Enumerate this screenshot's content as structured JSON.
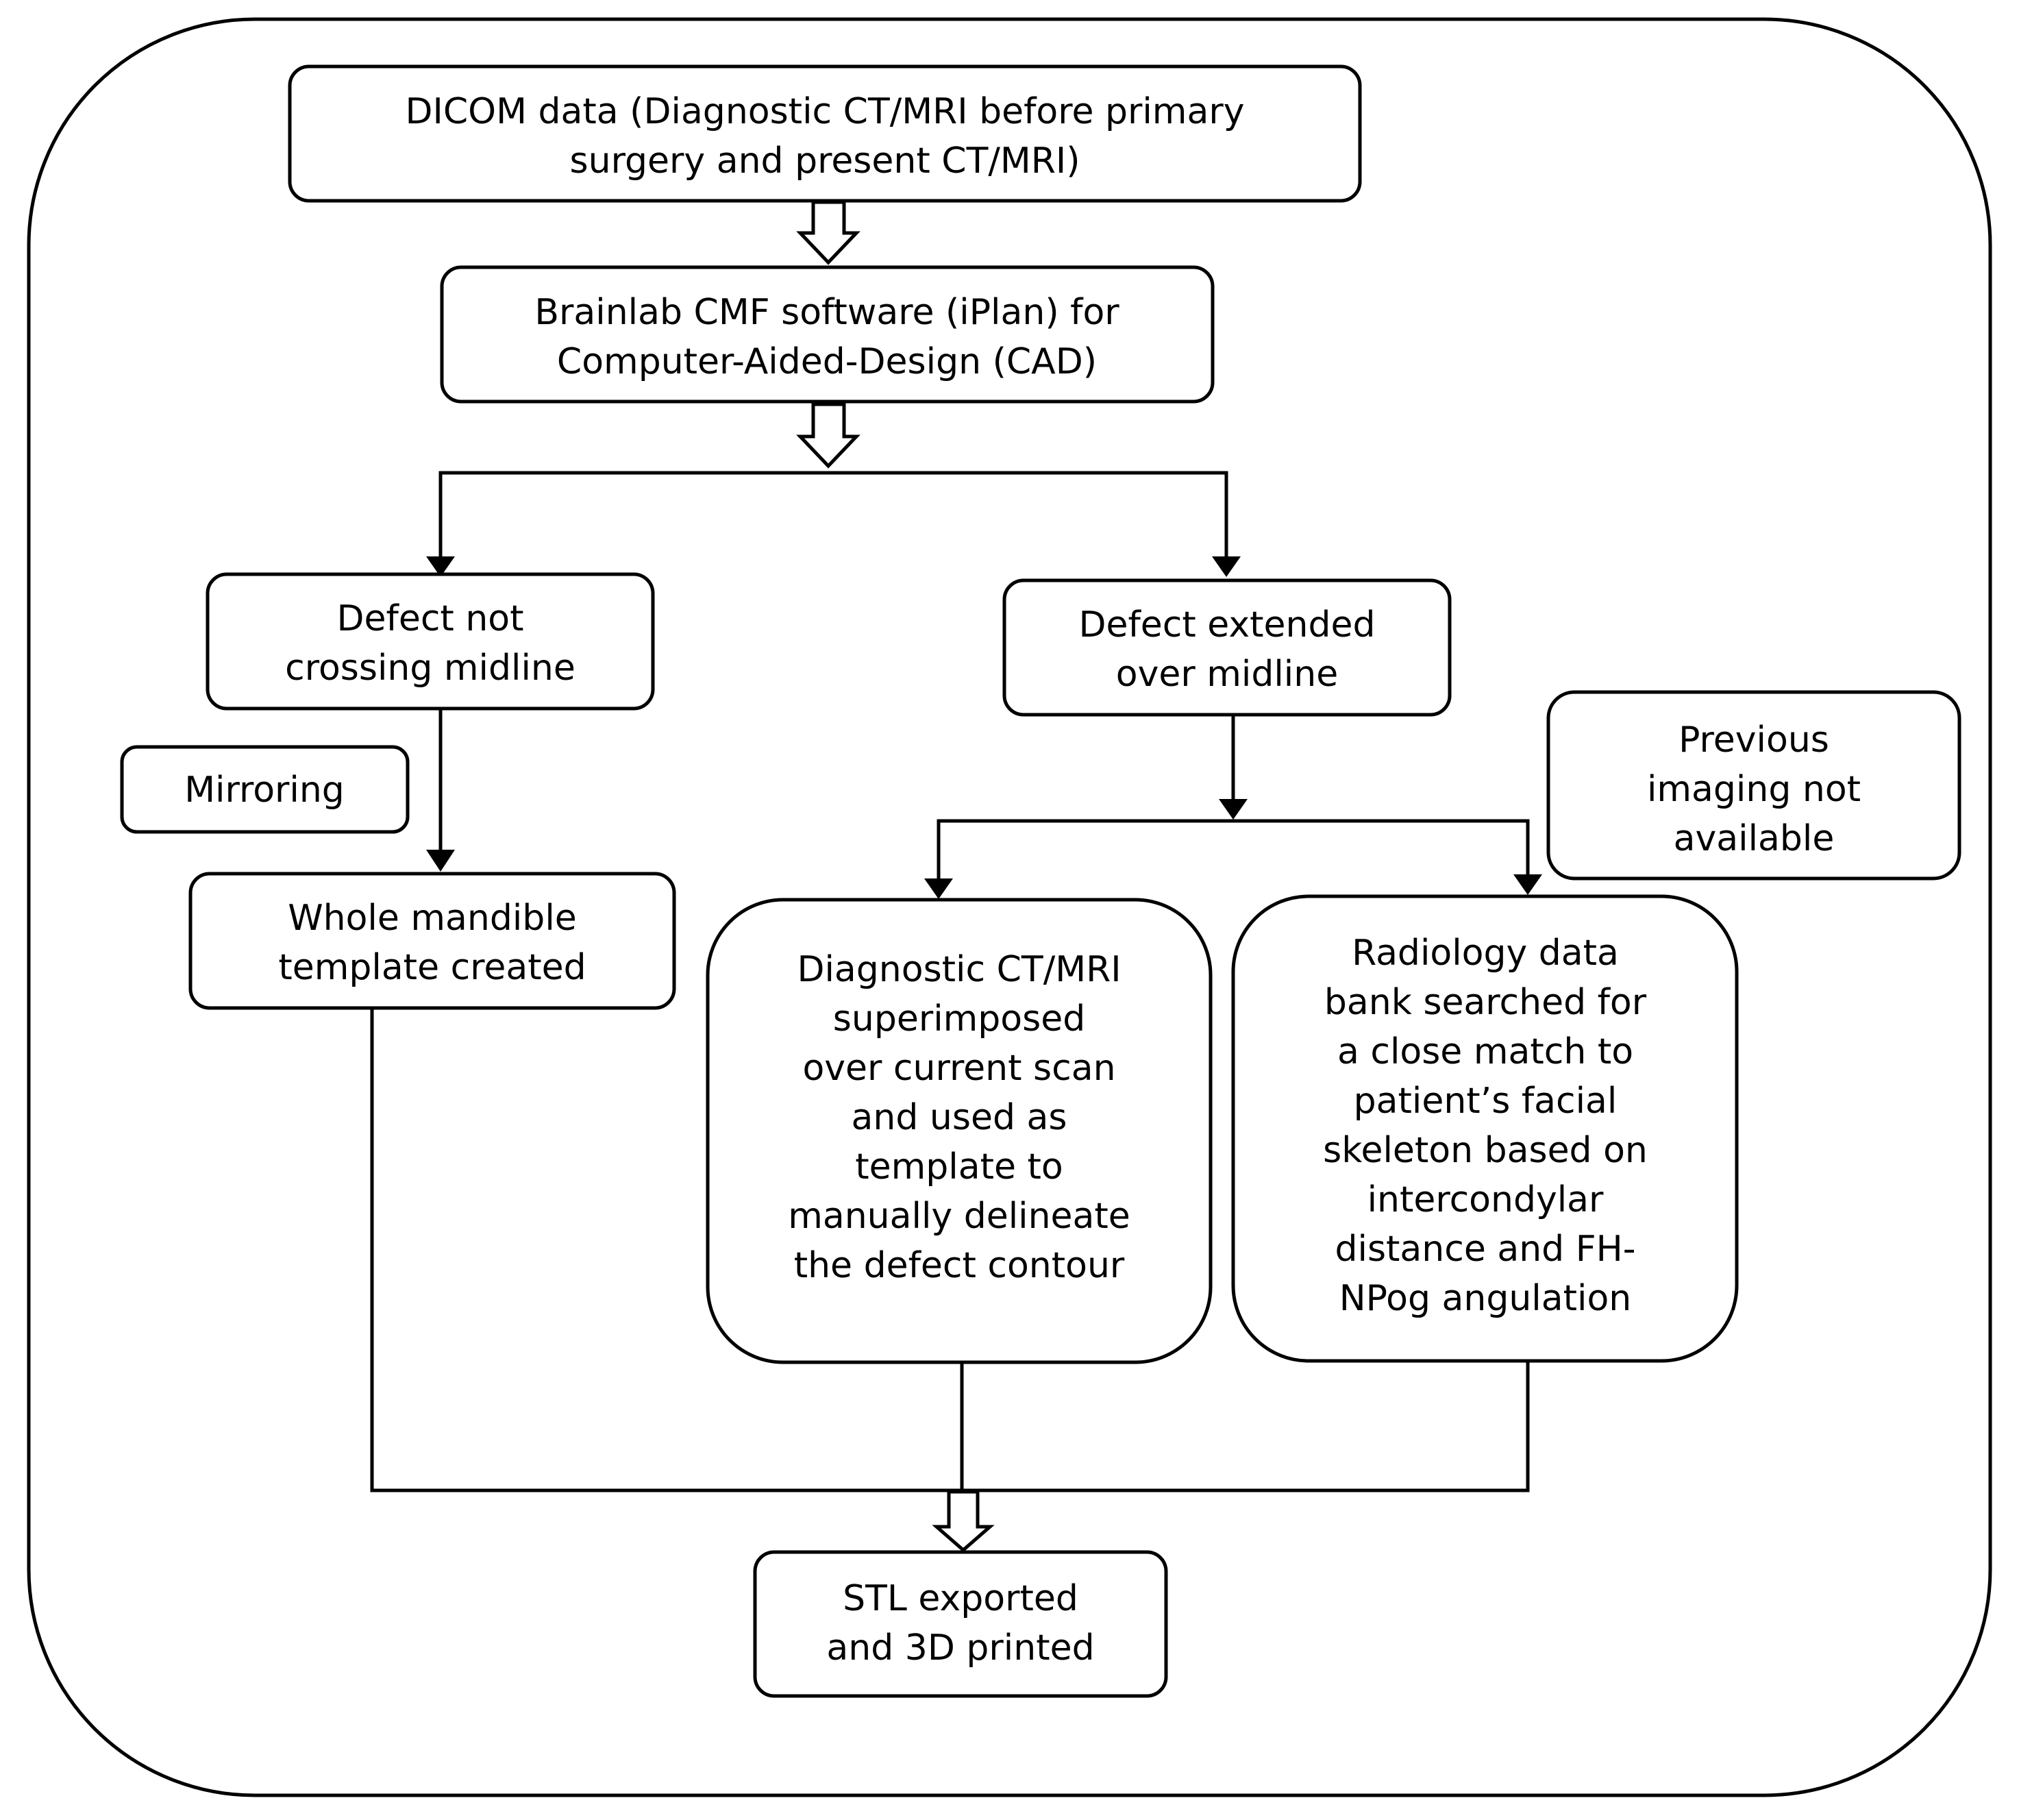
{
  "nodes": {
    "dicom": {
      "lines": [
        "DICOM data (Diagnostic CT/MRI before primary",
        "surgery and present CT/MRI)"
      ]
    },
    "brainlab": {
      "lines": [
        "Brainlab CMF software (iPlan) for",
        "Computer-Aided-Design (CAD)"
      ]
    },
    "defect_not_crossing": {
      "lines": [
        "Defect not",
        "crossing midline"
      ]
    },
    "defect_extended": {
      "lines": [
        "Defect extended",
        "over midline"
      ]
    },
    "mirroring": {
      "lines": [
        "Mirroring"
      ]
    },
    "previous_imaging": {
      "lines": [
        "Previous",
        "imaging not",
        "available"
      ]
    },
    "whole_mandible": {
      "lines": [
        "Whole mandible",
        "template created"
      ]
    },
    "diagnostic_superimposed": {
      "lines": [
        "Diagnostic CT/MRI",
        "superimposed",
        "over current scan",
        "and used as",
        "template to",
        "manually delineate",
        "the defect contour"
      ]
    },
    "radiology_bank": {
      "lines": [
        "Radiology data",
        "bank searched for",
        "a close match to",
        "patient’s facial",
        "skeleton based on",
        "intercondylar",
        "distance and FH-",
        "NPog angulation"
      ]
    },
    "stl_export": {
      "lines": [
        "STL exported",
        "and 3D printed"
      ]
    }
  }
}
